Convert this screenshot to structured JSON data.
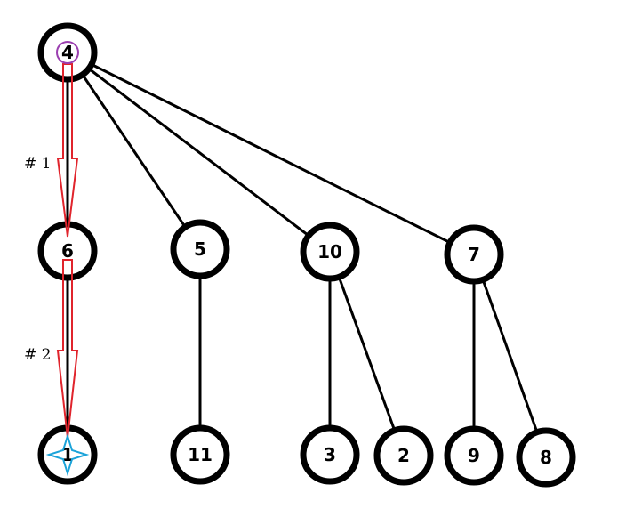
{
  "colors": {
    "edge": "#000000",
    "node_fill": "#ffffff",
    "arrow": "#e0242c",
    "start_marker": "#9b3fb0",
    "target_marker": "#1aa3d9"
  },
  "markers": {
    "start": "circle-icon",
    "target": "four-point-star-icon"
  },
  "steps": [
    "# 1",
    "# 2"
  ],
  "nodes": [
    {
      "id": "n4",
      "label": "4"
    },
    {
      "id": "n6",
      "label": "6"
    },
    {
      "id": "n5",
      "label": "5"
    },
    {
      "id": "n10",
      "label": "10"
    },
    {
      "id": "n7",
      "label": "7"
    },
    {
      "id": "n1",
      "label": "1"
    },
    {
      "id": "n11",
      "label": "11"
    },
    {
      "id": "n3",
      "label": "3"
    },
    {
      "id": "n2",
      "label": "2"
    },
    {
      "id": "n9",
      "label": "9"
    },
    {
      "id": "n8",
      "label": "8"
    }
  ],
  "edges": [
    [
      "n4",
      "n6"
    ],
    [
      "n4",
      "n5"
    ],
    [
      "n4",
      "n10"
    ],
    [
      "n4",
      "n7"
    ],
    [
      "n6",
      "n1"
    ],
    [
      "n5",
      "n11"
    ],
    [
      "n10",
      "n3"
    ],
    [
      "n10",
      "n2"
    ],
    [
      "n7",
      "n9"
    ],
    [
      "n7",
      "n8"
    ]
  ],
  "path": [
    "n4",
    "n6",
    "n1"
  ]
}
